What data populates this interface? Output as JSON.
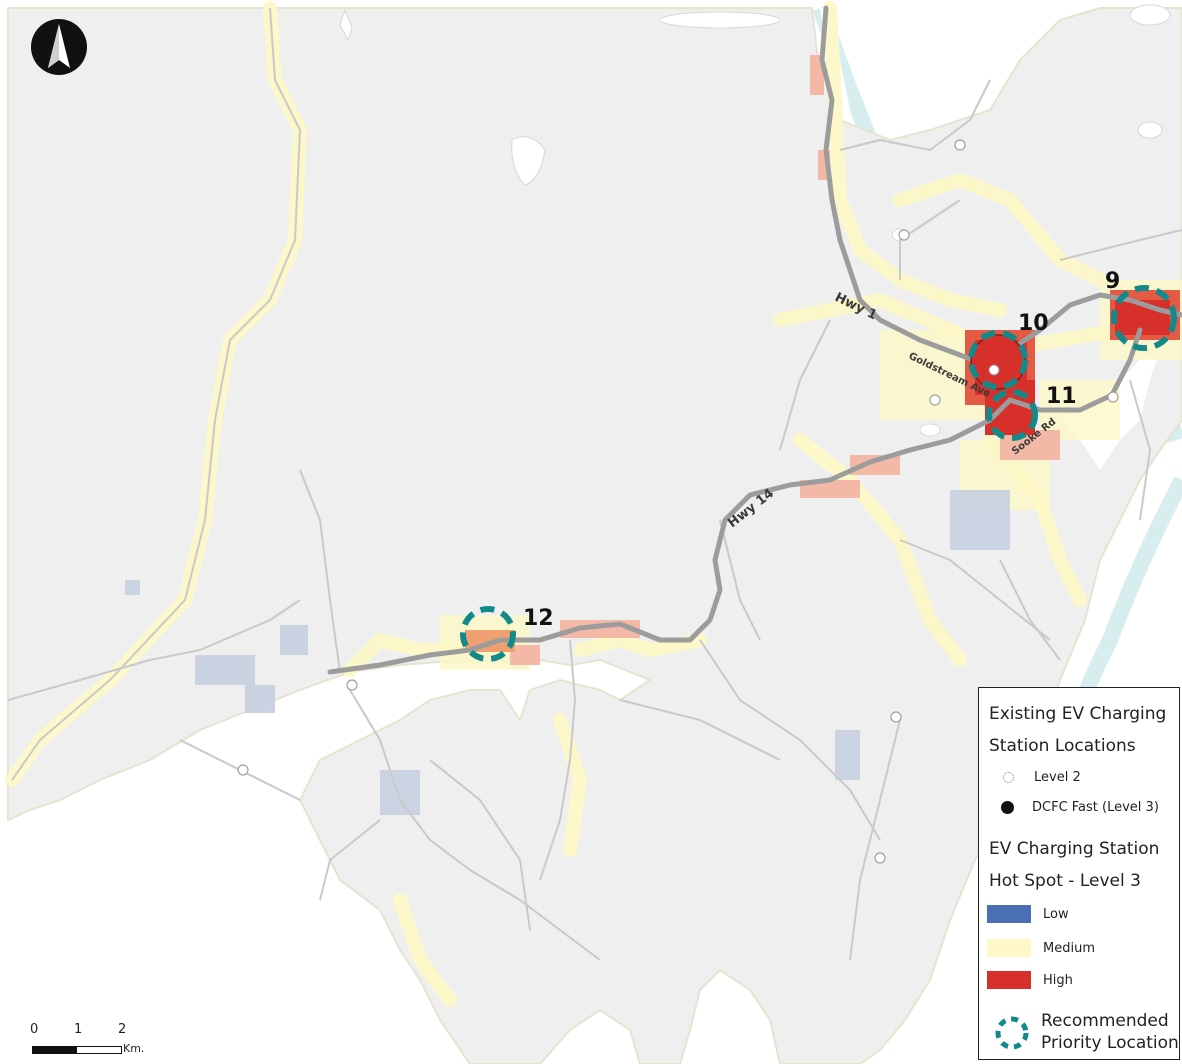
{
  "map": {
    "road_labels": {
      "hwy1": "Hwy 1",
      "hwy14": "Hwy 14",
      "goldstream": "Goldstream Ave",
      "sooke": "Sooke Rd"
    },
    "sites": [
      {
        "label": "9"
      },
      {
        "label": "10"
      },
      {
        "label": "11"
      },
      {
        "label": "12"
      }
    ],
    "colors": {
      "land": "#efefef",
      "water": "#ffffff",
      "coast_fringe": "#d9eeee",
      "road": "#b3b3b3",
      "highway": "#9c9c9c",
      "priority_ring": "#138a8a",
      "hot_low": "#4a6fb5",
      "hot_medium": "#fdf8c6",
      "hot_high": "#d7302b"
    }
  },
  "legend": {
    "existing_title_line1": "Existing EV Charging",
    "existing_title_line2": "Station Locations",
    "level2_label": "Level 2",
    "dcfc_label": "DCFC Fast (Level 3)",
    "hotspot_title_line1": "EV Charging Station",
    "hotspot_title_line2": "Hot Spot - Level 3",
    "low_label": "Low",
    "medium_label": "Medium",
    "high_label": "High",
    "priority_line1": "Recommended",
    "priority_line2": "Priority Location"
  },
  "scale": {
    "tick0": "0",
    "tick1": "1",
    "tick2": "2",
    "unit": "Km."
  }
}
